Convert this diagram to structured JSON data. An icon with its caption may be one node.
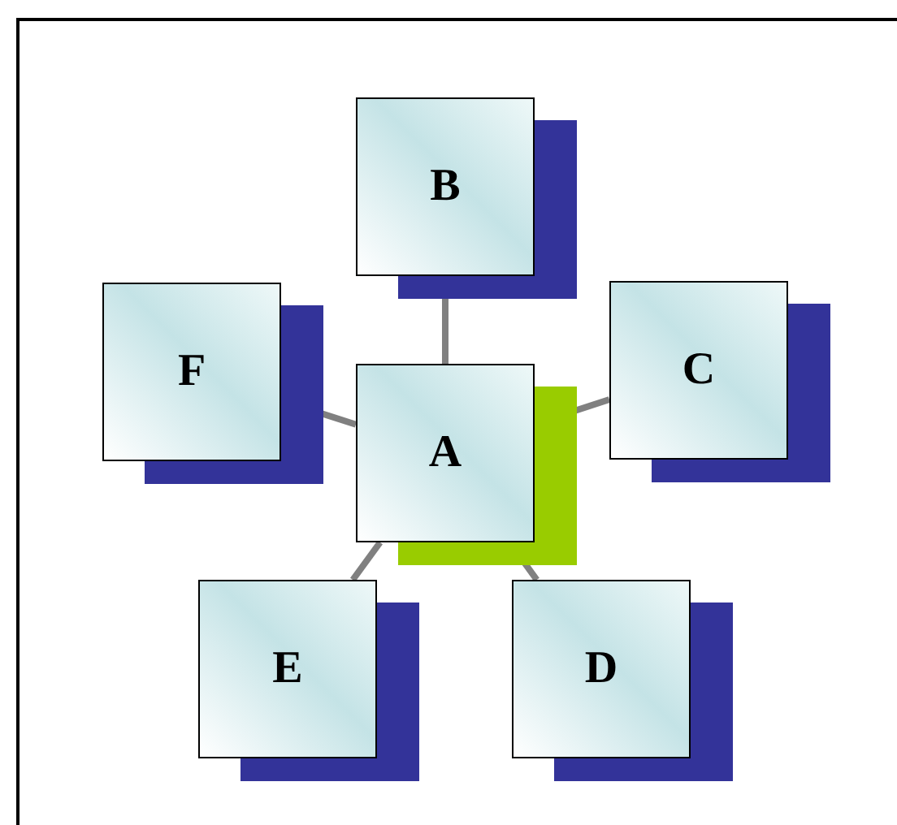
{
  "diagram": {
    "nodes": [
      {
        "text": [
          "A"
        ]
      },
      {
        "text": [
          "B"
        ]
      },
      {
        "text": [
          "C"
        ]
      },
      {
        "text": [
          "D"
        ]
      },
      {
        "text": [
          "E"
        ]
      },
      {
        "text": [
          "F"
        ]
      }
    ],
    "edges": [
      {
        "from": 0,
        "to": 1,
        "arrow": "none"
      },
      {
        "from": 0,
        "to": 2,
        "arrow": "none"
      },
      {
        "from": 0,
        "to": 3,
        "arrow": "none"
      },
      {
        "from": 0,
        "to": 4,
        "arrow": "none"
      },
      {
        "from": 0,
        "to": 5,
        "arrow": "none"
      }
    ]
  }
}
